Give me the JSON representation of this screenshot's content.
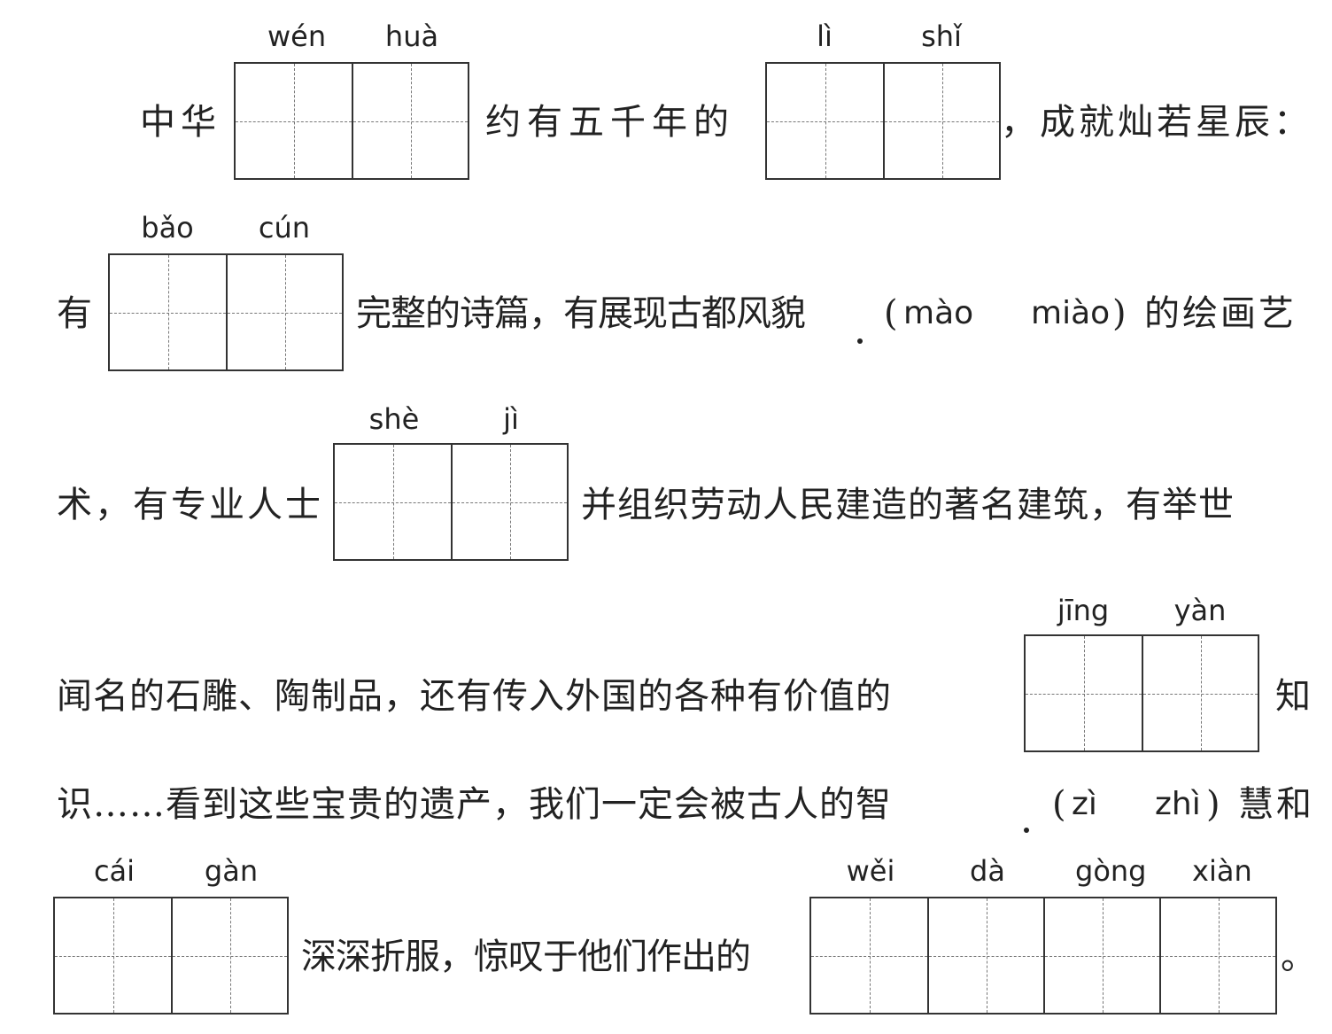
{
  "line1": {
    "lead": "中华",
    "middle": "约有五千年的",
    "tail": "，成就灿若星辰：",
    "blank1": {
      "pinyin": [
        "wén",
        "huà"
      ]
    },
    "blank2": {
      "pinyin": [
        "lì",
        "shǐ"
      ]
    }
  },
  "line2": {
    "lead": "有",
    "text": "完整的诗篇，有展现古都风貌",
    "paren_open": "(",
    "option_a": "mào",
    "option_b": "miào",
    "paren_close": ")",
    "tail": "的绘画艺",
    "blank": {
      "pinyin": [
        "bǎo",
        "cún"
      ]
    }
  },
  "line3": {
    "lead": "术，有专业人士",
    "tail": "并组织劳动人民建造的著名建筑，有举世",
    "blank": {
      "pinyin": [
        "shè",
        "jì"
      ]
    }
  },
  "line4": {
    "text": "闻名的石雕、陶制品，还有传入外国的各种有价值的",
    "tail": "知",
    "blank": {
      "pinyin": [
        "jīng",
        "yàn"
      ]
    }
  },
  "line5": {
    "text": "识……看到这些宝贵的遗产，我们一定会被古人的智",
    "paren_open": "(",
    "option_a": "zì",
    "option_b": "zhì",
    "paren_close": ")",
    "tail": "慧和"
  },
  "line6": {
    "middle": "深深折服，惊叹于他们作出的",
    "end": "。",
    "blank1": {
      "pinyin": [
        "cái",
        "gàn"
      ]
    },
    "blank2": {
      "pinyin": [
        "wěi",
        "dà",
        "gòng",
        "xiàn"
      ]
    }
  }
}
